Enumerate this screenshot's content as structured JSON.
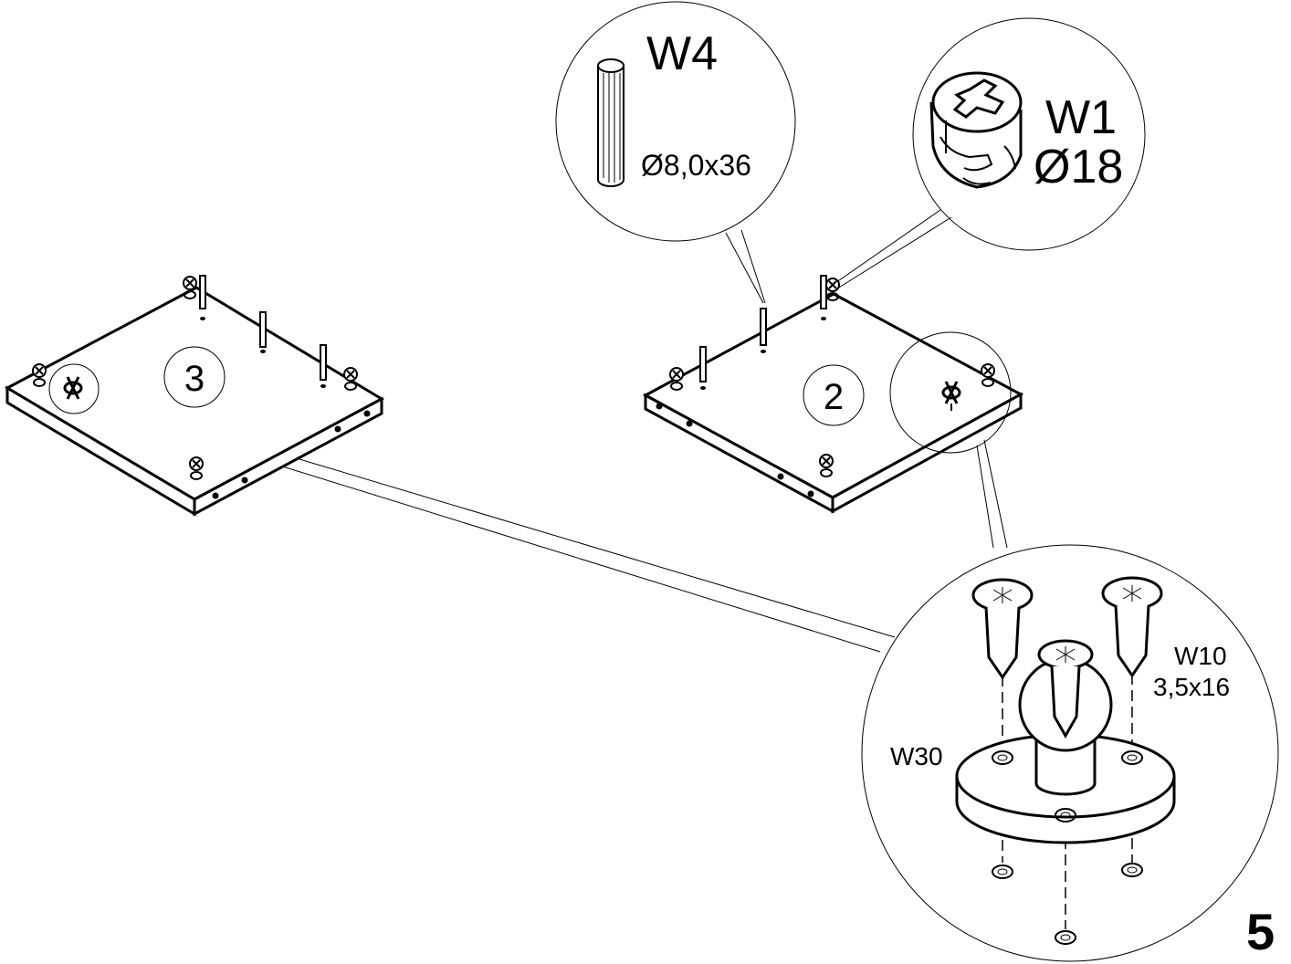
{
  "step_number": "5",
  "panels": [
    {
      "label": "3"
    },
    {
      "label": "2"
    }
  ],
  "parts": {
    "dowel": {
      "code": "W4",
      "size": "Ø8,0x36",
      "icon": "dowel-icon"
    },
    "cam_lock": {
      "code": "W1",
      "size": "Ø18",
      "icon": "cam-lock-icon"
    },
    "screw": {
      "code": "W10",
      "size": "3,5x16",
      "icon": "screw-icon"
    },
    "support": {
      "code": "W30",
      "icon": "shelf-support-icon"
    }
  }
}
